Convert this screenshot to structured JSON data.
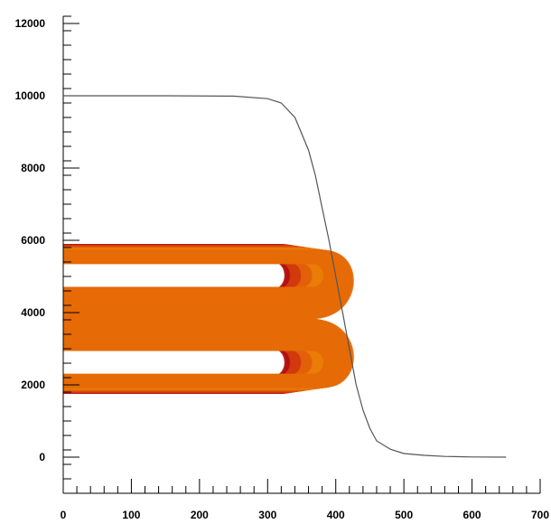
{
  "chart_data": {
    "type": "line",
    "title": "",
    "xlabel": "",
    "ylabel": "",
    "xlim": [
      0,
      700
    ],
    "ylim": [
      -1000,
      12200
    ],
    "x_ticks": [
      0,
      100,
      200,
      300,
      400,
      500,
      600,
      700
    ],
    "x_tick_labels": [
      "0",
      "100",
      "200",
      "300",
      "400",
      "500",
      "600",
      "700"
    ],
    "y_ticks": [
      0,
      2000,
      4000,
      6000,
      8000,
      10000,
      12000
    ],
    "y_tick_labels": [
      "0",
      "2000",
      "4000",
      "6000",
      "8000",
      "10000",
      "12000"
    ],
    "grid": false,
    "legend": "none",
    "series": [
      {
        "color": "#555555",
        "x": [
          0,
          150,
          250,
          300,
          320,
          340,
          360,
          370,
          380,
          390,
          400,
          410,
          420,
          430,
          440,
          450,
          460,
          480,
          500,
          530,
          560,
          600,
          650
        ],
        "y": [
          10000,
          10000,
          9990,
          9920,
          9800,
          9400,
          8500,
          7800,
          6900,
          6000,
          5000,
          4000,
          3000,
          2000,
          1300,
          800,
          450,
          220,
          100,
          50,
          20,
          5,
          0
        ]
      }
    ],
    "band_layers": {
      "count": 40,
      "x_start": 0,
      "x_turn": 410,
      "y_min": 1750,
      "y_max": 5900,
      "colors": [
        "#b31212",
        "#d13a0c",
        "#e2600a",
        "#ea7d08",
        "#e56a06"
      ]
    }
  }
}
